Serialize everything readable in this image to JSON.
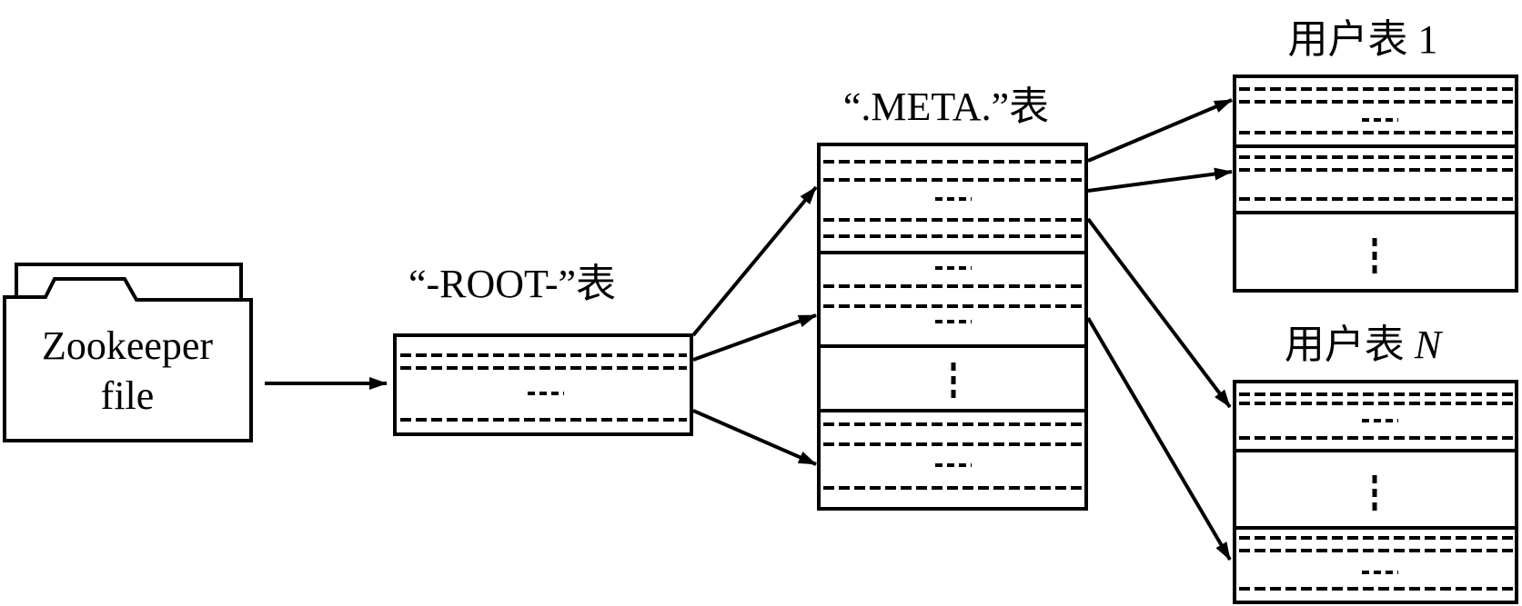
{
  "diagram": {
    "title": "HBase region lookup hierarchy",
    "nodes": {
      "zookeeper": {
        "line1": "Zookeeper",
        "line2": "file",
        "icon": "folder-icon"
      },
      "root": {
        "label": "“-ROOT-”表"
      },
      "meta": {
        "label": "“.META.”表"
      },
      "user1": {
        "label_prefix": "用户表",
        "label_suffix": "1"
      },
      "userN": {
        "label_prefix": "用户表",
        "label_suffix": "N"
      }
    },
    "symbols": {
      "ellipsis": "···",
      "vertical_ellipsis": "⋮"
    },
    "edges": [
      {
        "from": "zookeeper",
        "to": "root"
      },
      {
        "from": "root",
        "to": "meta",
        "count": 3
      },
      {
        "from": "meta",
        "to": "user1",
        "count": 2
      },
      {
        "from": "meta",
        "to": "userN",
        "count": 2
      }
    ]
  }
}
